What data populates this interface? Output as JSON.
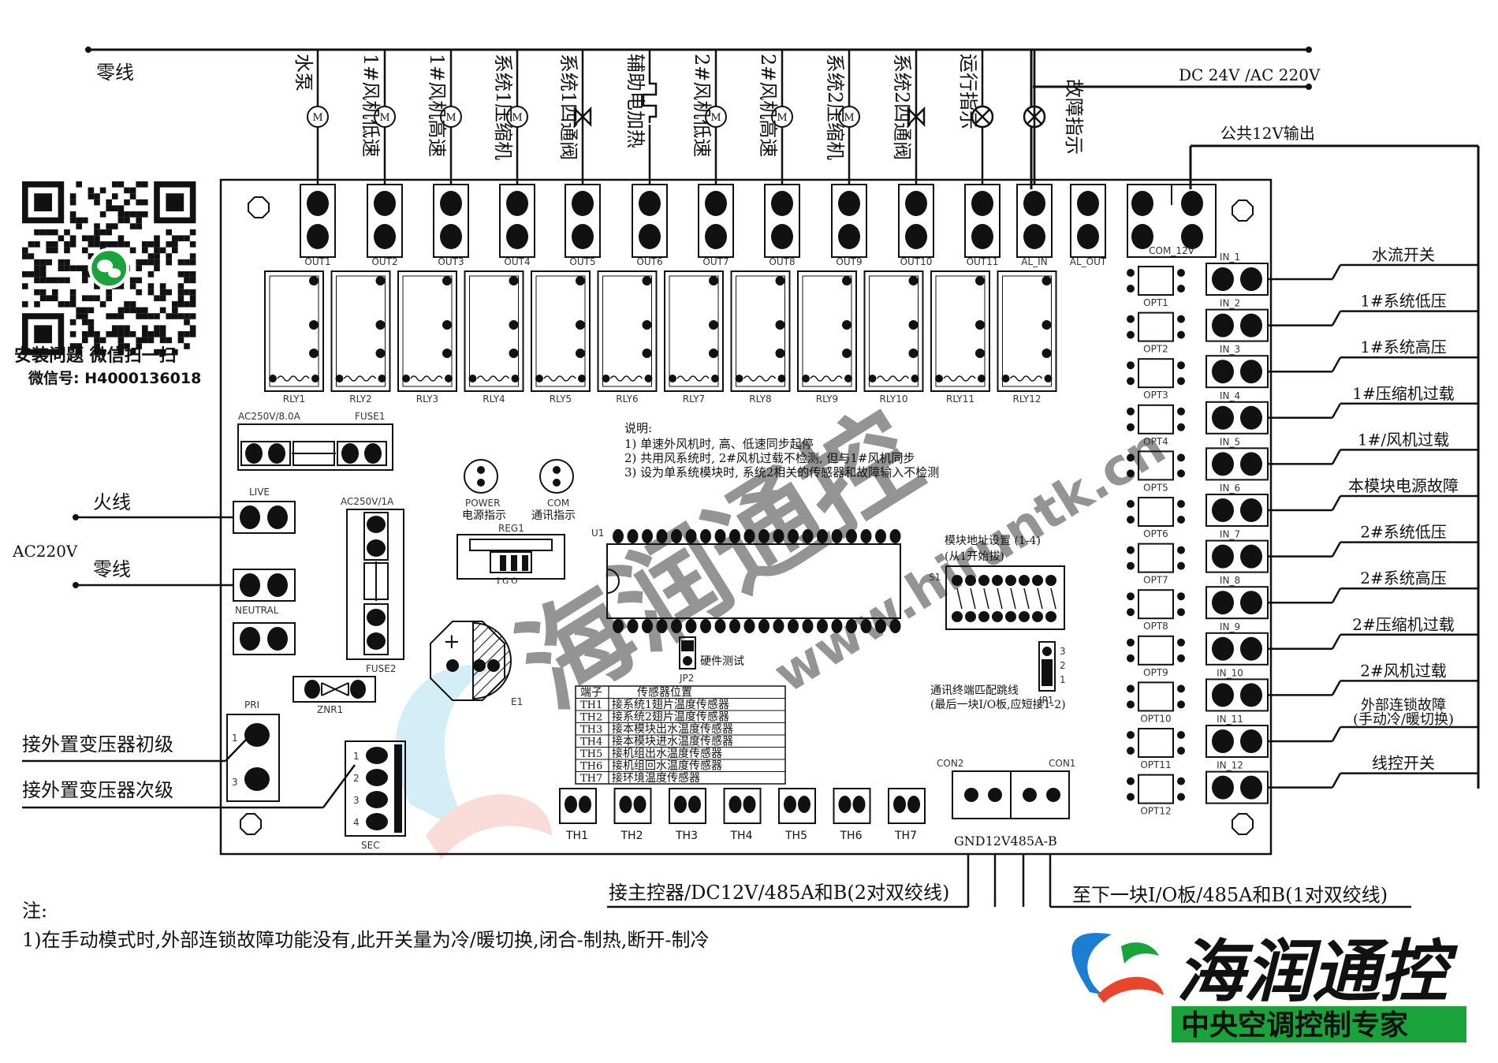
{
  "wires": {
    "neutral_top": "零线",
    "supply": "DC 24V /AC 220V",
    "common12v": "公共12V输出",
    "live": "火线",
    "ac220v": "AC220V",
    "neutral_in": "零线"
  },
  "loads": [
    "水泵",
    "1#风机低速",
    "1#风机高速",
    "系统1压缩机",
    "系统1四通阀",
    "辅助电加热",
    "2#风机低速",
    "2#风机高速",
    "系统2压缩机",
    "系统2四通阀",
    "运行指示",
    "故障指示"
  ],
  "outputs": [
    "OUT1",
    "OUT2",
    "OUT3",
    "OUT4",
    "OUT5",
    "OUT6",
    "OUT7",
    "OUT8",
    "OUT9",
    "OUT10",
    "OUT11",
    "AL_IN",
    "AL_OUT"
  ],
  "com12v": "COM_12V",
  "relays": [
    "RLY1",
    "RLY2",
    "RLY3",
    "RLY4",
    "RLY5",
    "RLY6",
    "RLY7",
    "RLY8",
    "RLY9",
    "RLY10",
    "RLY11",
    "RLY12"
  ],
  "inputs": [
    {
      "id": "IN_1",
      "label": "水流开关"
    },
    {
      "id": "IN_2",
      "label": "1#系统低压"
    },
    {
      "id": "IN_3",
      "label": "1#系统高压"
    },
    {
      "id": "IN_4",
      "label": "1#压缩机过载"
    },
    {
      "id": "IN_5",
      "label": "1#/风机过载"
    },
    {
      "id": "IN_6",
      "label": "本模块电源故障"
    },
    {
      "id": "IN_7",
      "label": "2#系统低压"
    },
    {
      "id": "IN_8",
      "label": "2#系统高压"
    },
    {
      "id": "IN_9",
      "label": "2#压缩机过载"
    },
    {
      "id": "IN_10",
      "label": "2#风机过载"
    },
    {
      "id": "IN_11",
      "label": "外部连锁故障",
      "sub": "(手动冷/暖切换)"
    },
    {
      "id": "IN_12",
      "label": "线控开关"
    }
  ],
  "opts": [
    "OPT1",
    "OPT2",
    "OPT3",
    "OPT4",
    "OPT5",
    "OPT6",
    "OPT7",
    "OPT8",
    "OPT9",
    "OPT10",
    "OPT11",
    "OPT12"
  ],
  "board": {
    "fuse1_rating": "AC250V/8.0A",
    "fuse1": "FUSE1",
    "fuse2_rating": "AC250V/1A",
    "fuse2": "FUSE2",
    "live": "LIVE",
    "neutral": "NEUTRAL",
    "pri": "PRI",
    "sec": "SEC",
    "znr": "ZNR1",
    "power_led": "POWER",
    "power_led_cn": "电源指示",
    "com_led": "COM",
    "com_led_cn": "通讯指示",
    "reg": "REG1",
    "reg_pins": "I G O",
    "u1": "U1",
    "e1": "E1",
    "jp2": "JP2",
    "jp2_desc": "硬件测试",
    "jp1": "JP1",
    "jp1_desc1": "通讯终端匹配跳线",
    "jp1_desc2": "(最后一块I/O板,应短接1-2)",
    "jp1_pins": [
      "3",
      "2",
      "1"
    ],
    "s1": "S1",
    "s1_desc1": "模块地址设置 (1-4)",
    "s1_desc2": "(从1开始拔)",
    "con2": "CON2",
    "con1": "CON1",
    "con_bus": "GND12V485A-B",
    "sec_pins": [
      "1",
      "2",
      "3",
      "4"
    ],
    "pri_pins": [
      "1",
      "3"
    ]
  },
  "notes": {
    "title": "说明:",
    "lines": [
      "1) 单速外风机时, 高、低速同步起停",
      "2) 共用风系统时, 2#风机过载不检测, 但与1#风机同步",
      "3) 设为单系统模块时, 系统2相关的传感器和故障输入不检测"
    ]
  },
  "sensor_table": {
    "header": [
      "端子",
      "传感器位置"
    ],
    "rows": [
      [
        "TH1",
        "接系统1翅片温度传感器"
      ],
      [
        "TH2",
        "接系统2翅片温度传感器"
      ],
      [
        "TH3",
        "接本模块出水温度传感器"
      ],
      [
        "TH4",
        "接本模块进水温度传感器"
      ],
      [
        "TH5",
        "接机组出水温度传感器"
      ],
      [
        "TH6",
        "接机组回水温度传感器"
      ],
      [
        "TH7",
        "接环境温度传感器"
      ]
    ]
  },
  "th_labels": [
    "TH1",
    "TH2",
    "TH3",
    "TH4",
    "TH5",
    "TH6",
    "TH7"
  ],
  "transformer": {
    "primary": "接外置变压器初级",
    "secondary": "接外置变压器次级"
  },
  "bottom": {
    "master": "接主控器/DC12V/485A和B(2对双绞线)",
    "next": "至下一块I/O板/485A和B(1对双绞线)",
    "note_title": "注:",
    "note_line": "1)在手动模式时,外部连锁故障功能没有,此开关量为冷/暖切换,闭合-制热,断开-制冷"
  },
  "qr": {
    "line1": "安装问题 微信扫一扫",
    "line2": "微信号: H4000136018"
  },
  "brand": {
    "name": "海润通控",
    "tagline": "中央空调控制专家",
    "watermark": "海润通控",
    "watermark_url": "www.hiruntk.cn"
  },
  "colors": {
    "green": "#1aa33a",
    "red": "#e8452c",
    "blue": "#1b7fd1",
    "orange": "#f07d12",
    "watermark": "#9fd9b0"
  }
}
